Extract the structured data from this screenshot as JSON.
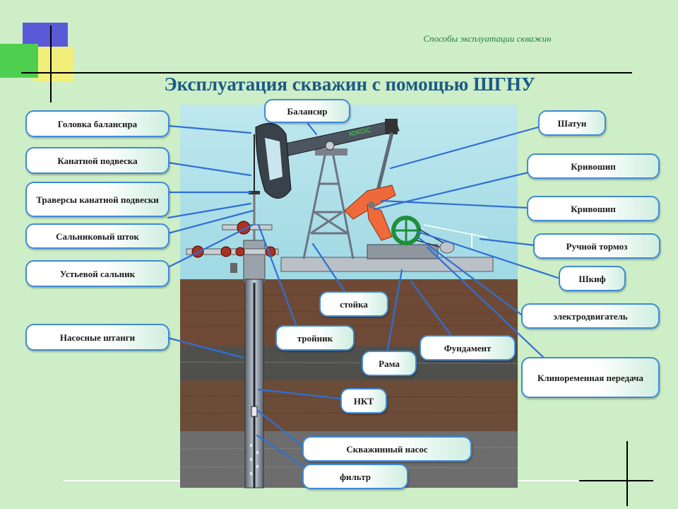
{
  "header": {
    "subtitle": "Способы эксплуатации скважин",
    "title": "Эксплуатация скважин с помощью ШГНУ"
  },
  "rig": {
    "brand_text": "ЮКОС"
  },
  "labels": {
    "balancer_head": "Головка балансира",
    "balancer": "Балансир",
    "rope_hanger": "Канатной подвеска",
    "rope_traverses": "Траверсы канатной подвески",
    "polished_rod": "Сальниковый шток",
    "wellhead_stuffing": "Устьевой сальник",
    "pump_rods": "Насосные штанги",
    "connecting_rod": "Шатун",
    "crank_1": "Кривошип",
    "crank_2": "Кривошип",
    "hand_brake": "Ручной тормоз",
    "pulley": "Шкиф",
    "motor": "электродвигатель",
    "belt_drive": "Клиноременная передача",
    "rack": "стойка",
    "tee": "тройник",
    "frame": "Рама",
    "foundation": "Фундамент",
    "tubing": "НКТ",
    "well_pump": "Скважинный насос",
    "filter": "фильтр"
  },
  "colors": {
    "background": "#cdeec6",
    "title": "#1c5a86",
    "subtitle": "#2a7b45",
    "label_border": "#3f8ad8",
    "pointer": "#2f6fd6"
  }
}
